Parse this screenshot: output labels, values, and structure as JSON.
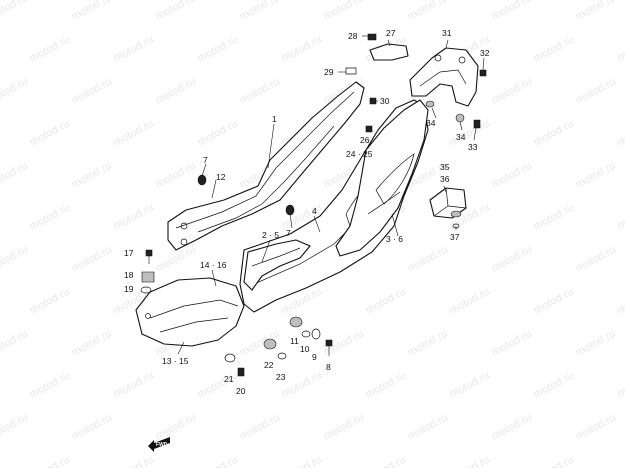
{
  "watermark": "motod.ru",
  "callouts": {
    "c1": "1",
    "c2_5": "2 · 5",
    "c3_6": "3 · 6",
    "c4": "4",
    "c7a": "7",
    "c7b": "7",
    "c8": "8",
    "c9": "9",
    "c10": "10",
    "c11": "11",
    "c12": "12",
    "c13_15": "13 · 15",
    "c14_16": "14 · 16",
    "c17": "17",
    "c18": "18",
    "c19": "19",
    "c20": "20",
    "c21": "21",
    "c22": "22",
    "c23": "23",
    "c24_25": "24 · 25",
    "c26": "26",
    "c27": "27",
    "c28": "28",
    "c29": "29",
    "c30": "30",
    "c31": "31",
    "c32": "32",
    "c33": "33",
    "c34a": "34",
    "c34b": "34",
    "c35": "35",
    "c36": "36",
    "c37": "37"
  },
  "front_marker": "FWD"
}
